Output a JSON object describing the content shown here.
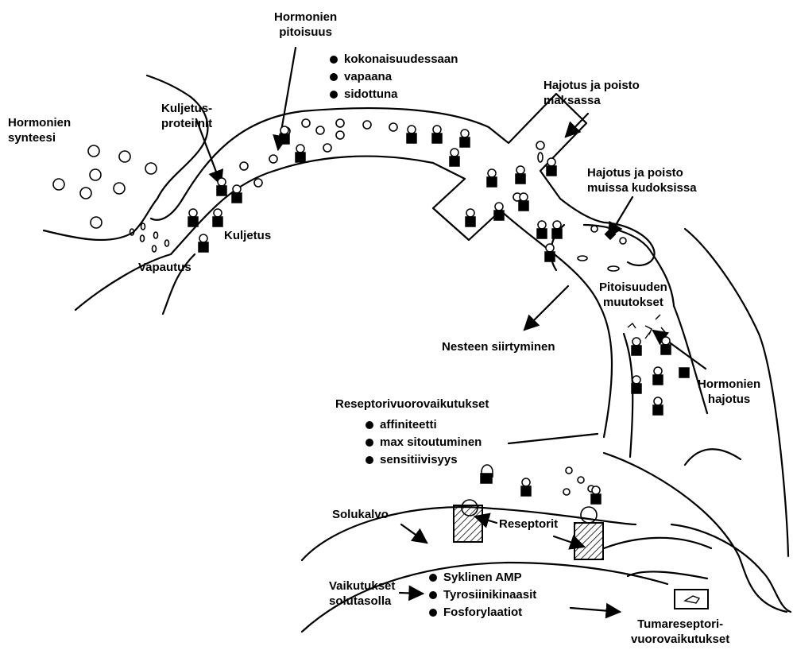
{
  "labels": {
    "hormone_concentration": [
      "Hormonien",
      "pitoisuus"
    ],
    "concentration_list": [
      "kokonaisuudessaan",
      "vapaana",
      "sidottuna"
    ],
    "transport_proteins": [
      "Kuljetus-",
      "proteiinit"
    ],
    "hormone_synthesis": [
      "Hormonien",
      "synteesi"
    ],
    "transport": "Kuljetus",
    "release": "Vapautus",
    "liver_degradation": [
      "Hajotus ja poisto",
      "maksassa"
    ],
    "other_tissue_degradation": [
      "Hajotus ja poisto",
      "muissa kudoksissa"
    ],
    "concentration_changes": [
      "Pitoisuuden",
      "muutokset"
    ],
    "fluid_shift": "Nesteen siirtyminen",
    "hormone_degradation": [
      "Hormonien",
      "hajotus"
    ],
    "receptor_interactions": "Reseptorivuorovaikutukset",
    "receptor_list": [
      "affiniteetti",
      "max sitoutuminen",
      "sensitiivisyys"
    ],
    "cell_membrane": "Solukalvo",
    "receptors": "Reseptorit",
    "cellular_effects": [
      "Vaikutukset",
      "solutasolla"
    ],
    "effects_list": [
      "Syklinen AMP",
      "Tyrosiinikinaasit",
      "Fosforylaatiot"
    ],
    "nuclear_receptor": [
      "Tumareseptori-",
      "vuorovaikutukset"
    ]
  },
  "colors": {
    "ink": "#000000",
    "paper": "#ffffff"
  }
}
